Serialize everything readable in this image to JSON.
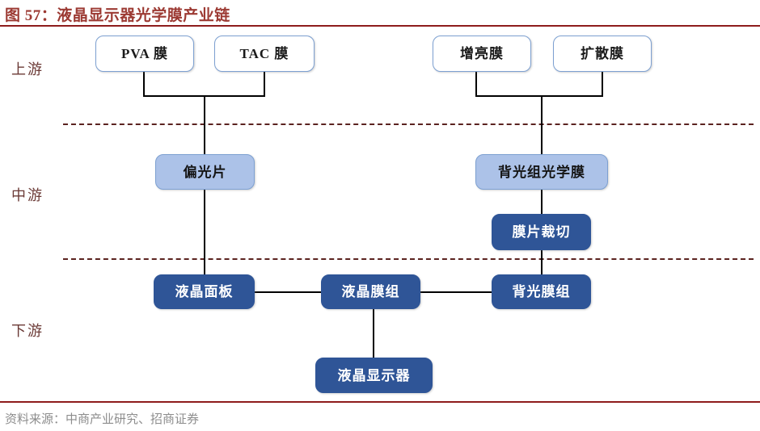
{
  "title": "图 57：液晶显示器光学膜产业链",
  "footer": "资料来源：中商产业研究、招商证券",
  "colors": {
    "title": "#9c3a33",
    "rule": "#8e1c1c",
    "stage_label": "#6b3a36",
    "divider": "#5b2320",
    "connector": "#000000",
    "node_white_fill": "#ffffff",
    "node_white_border": "#7da0d1",
    "node_light_fill": "#acc2e8",
    "node_dark_fill": "#2f5597",
    "footer_text": "#8d8d8d"
  },
  "stages": [
    {
      "id": "upstream",
      "label": "上游"
    },
    {
      "id": "midstream",
      "label": "中游"
    },
    {
      "id": "downstream",
      "label": "下游"
    }
  ],
  "chart_data": {
    "type": "diagram",
    "title": "图 57：液晶显示器光学膜产业链",
    "layout": "industry-chain flow, three tiers separated by dashed lines",
    "tiers": [
      "上游",
      "中游",
      "下游"
    ],
    "nodes": [
      {
        "id": "pva",
        "label": "PVA 膜",
        "tier": "上游",
        "style": "white"
      },
      {
        "id": "tac",
        "label": "TAC 膜",
        "tier": "上游",
        "style": "white"
      },
      {
        "id": "brighten",
        "label": "增亮膜",
        "tier": "上游",
        "style": "white"
      },
      {
        "id": "diffuse",
        "label": "扩散膜",
        "tier": "上游",
        "style": "white"
      },
      {
        "id": "polarizer",
        "label": "偏光片",
        "tier": "中游",
        "style": "light"
      },
      {
        "id": "backlight",
        "label": "背光组光学膜",
        "tier": "中游",
        "style": "light"
      },
      {
        "id": "cutting",
        "label": "膜片裁切",
        "tier": "中游",
        "style": "dark"
      },
      {
        "id": "panel",
        "label": "液晶面板",
        "tier": "下游",
        "style": "dark"
      },
      {
        "id": "lcdmodule",
        "label": "液晶膜组",
        "tier": "下游",
        "style": "dark"
      },
      {
        "id": "blmodule",
        "label": "背光膜组",
        "tier": "下游",
        "style": "dark"
      },
      {
        "id": "display",
        "label": "液晶显示器",
        "tier": "下游",
        "style": "dark"
      }
    ],
    "edges": [
      {
        "from": "pva",
        "to": "polarizer"
      },
      {
        "from": "tac",
        "to": "polarizer"
      },
      {
        "from": "brighten",
        "to": "backlight"
      },
      {
        "from": "diffuse",
        "to": "backlight"
      },
      {
        "from": "polarizer",
        "to": "panel"
      },
      {
        "from": "backlight",
        "to": "cutting"
      },
      {
        "from": "cutting",
        "to": "blmodule"
      },
      {
        "from": "panel",
        "to": "lcdmodule"
      },
      {
        "from": "blmodule",
        "to": "lcdmodule"
      },
      {
        "from": "lcdmodule",
        "to": "display"
      }
    ]
  },
  "nodes": {
    "pva": "PVA 膜",
    "tac": "TAC 膜",
    "brighten": "增亮膜",
    "diffuse": "扩散膜",
    "polarizer": "偏光片",
    "backlight": "背光组光学膜",
    "cutting": "膜片裁切",
    "panel": "液晶面板",
    "lcdmodule": "液晶膜组",
    "blmodule": "背光膜组",
    "display": "液晶显示器"
  }
}
